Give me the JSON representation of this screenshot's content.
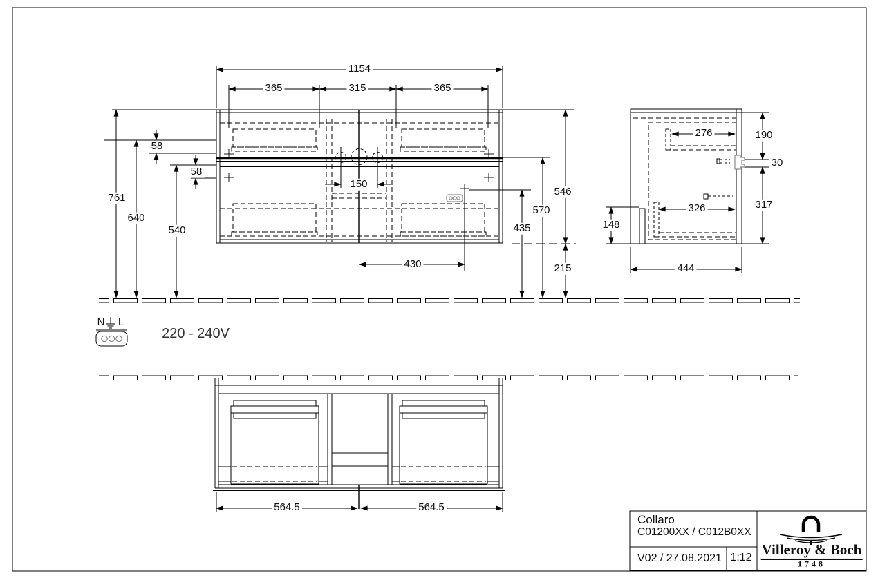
{
  "dims": {
    "front": {
      "total_width": "1154",
      "bay_left": "365",
      "bay_center": "315",
      "bay_right": "365",
      "offset_a": "58",
      "offset_b": "58",
      "h_total": "761",
      "h_upper": "640",
      "h_mid": "540",
      "faucet_spacing": "150",
      "socket_offset": "430",
      "socket_height": "435",
      "cabinet_height": "546",
      "rim_height": "570",
      "clearance": "215"
    },
    "side": {
      "top_drawer_depth": "276",
      "top_section": "190",
      "cable_gap": "30",
      "bottom_drawer_depth": "326",
      "bottom_section": "317",
      "service_height": "148",
      "depth": "444"
    },
    "bottom": {
      "left_half": "564.5",
      "right_half": "564.5"
    }
  },
  "electrical": {
    "neutral_label": "N",
    "line_label": "L",
    "voltage_range": "220 - 240V"
  },
  "title_block": {
    "series": "Collaro",
    "article_numbers": "C01200XX / C012B0XX",
    "revision_date": "V02 / 27.08.2021",
    "scale": "1:12",
    "brand": "Villeroy & Boch",
    "brand_year": "1748"
  }
}
